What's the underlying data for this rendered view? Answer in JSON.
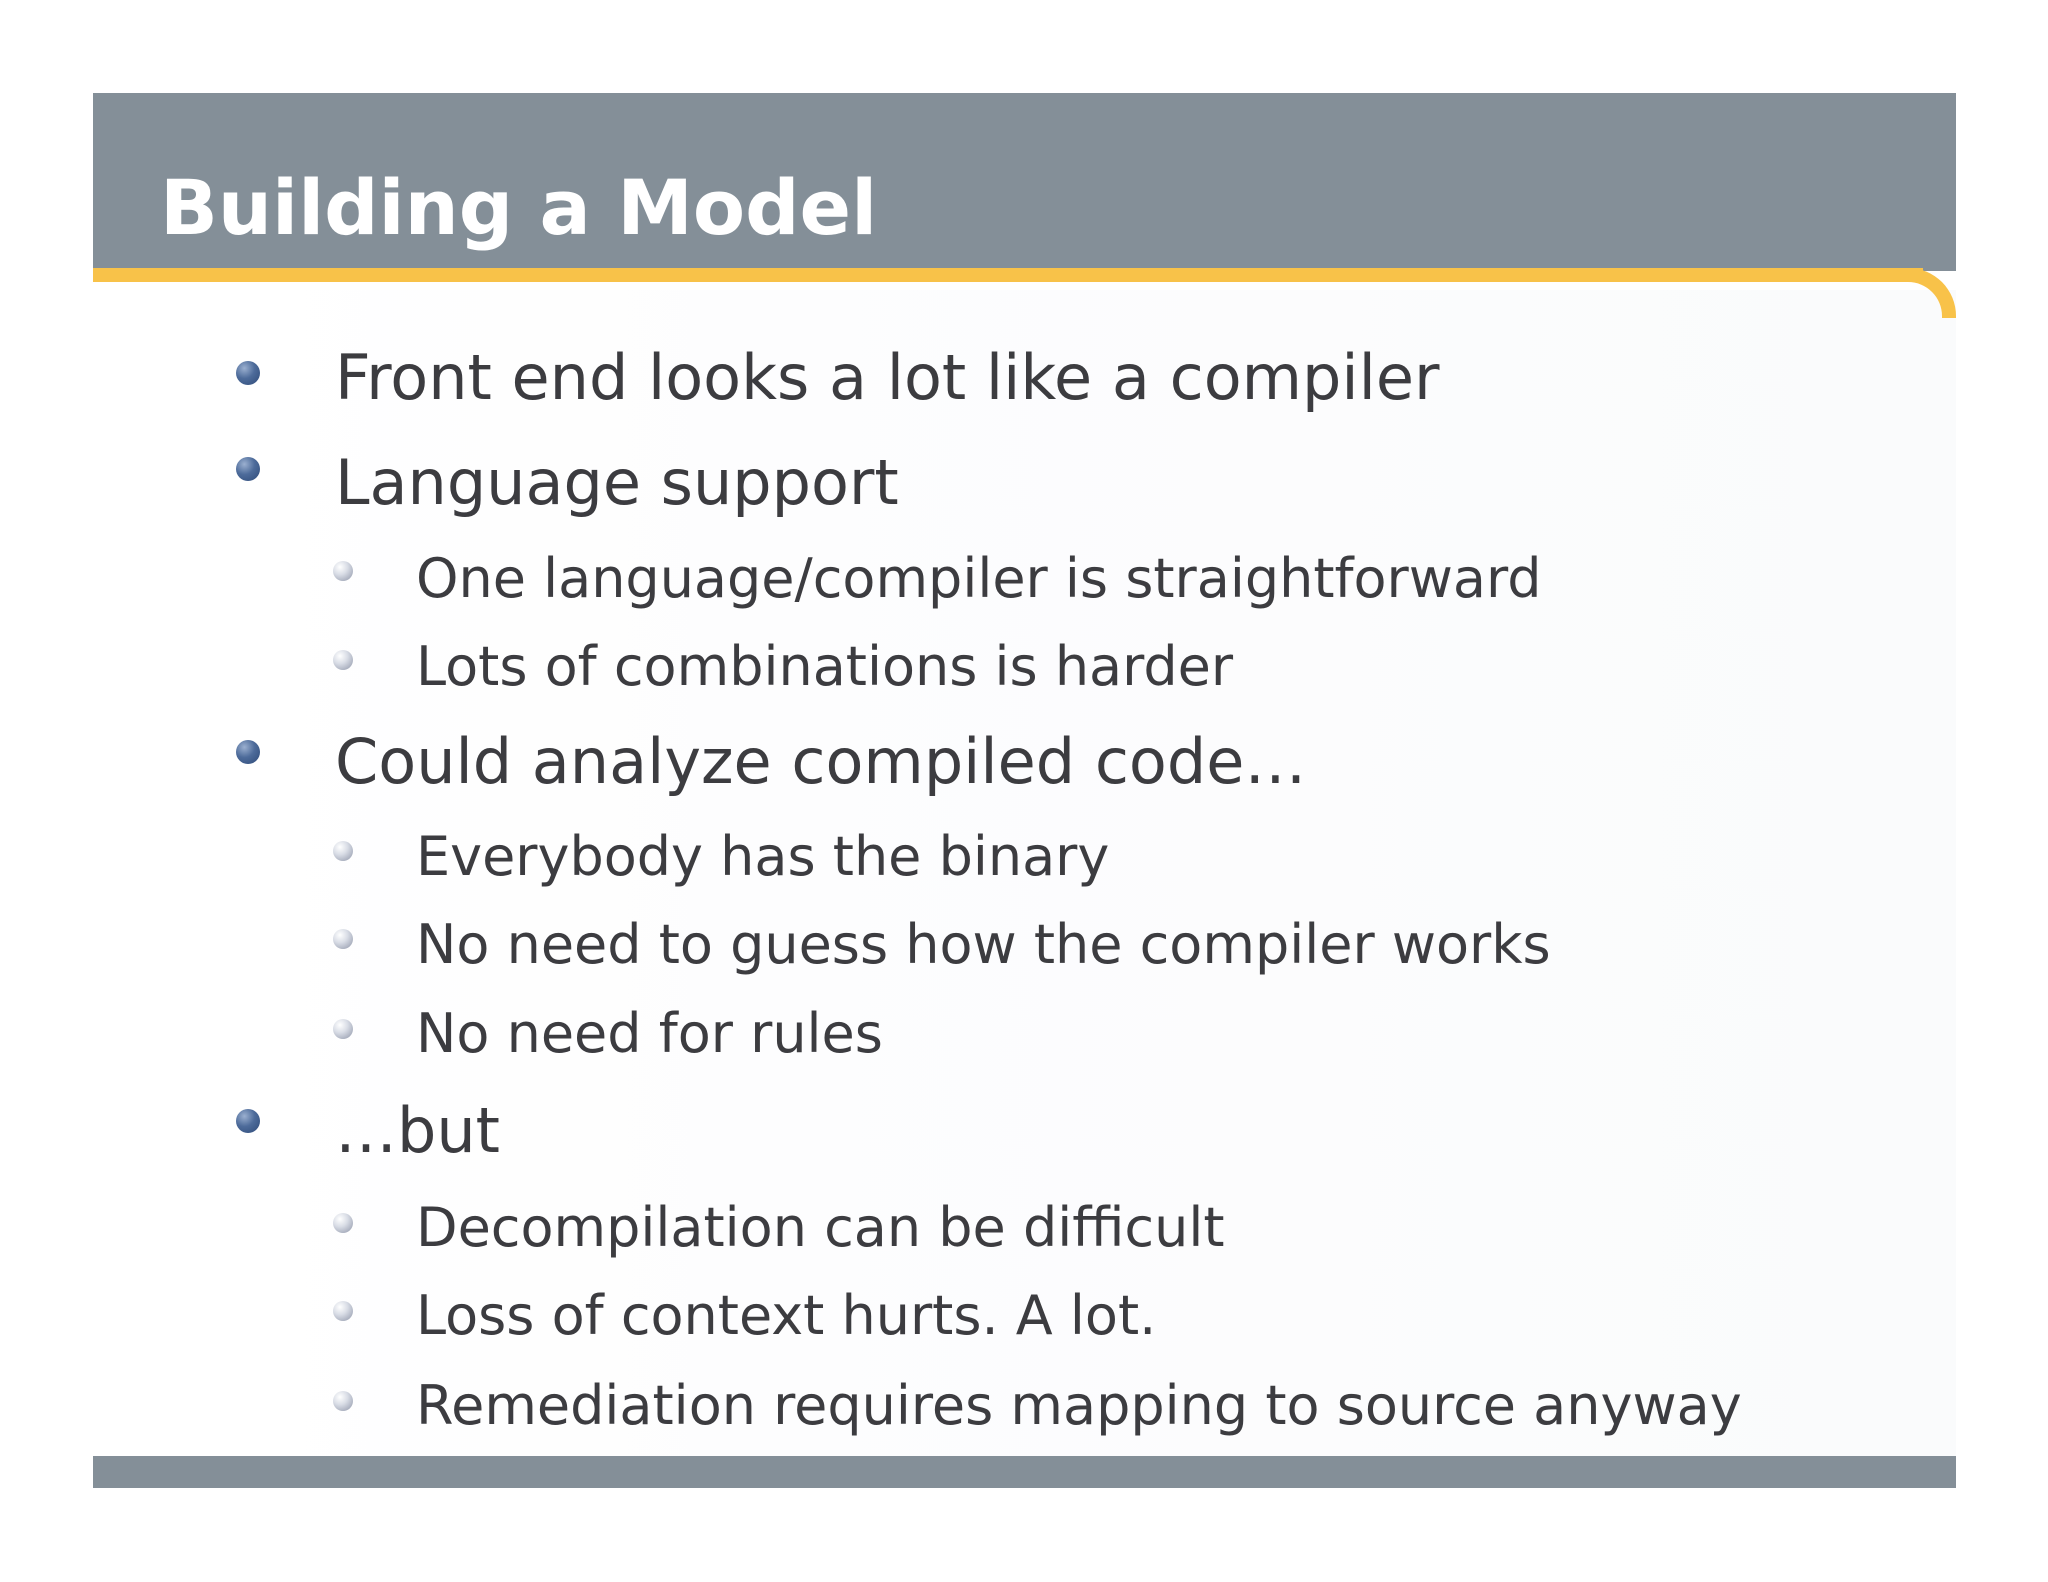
{
  "slide": {
    "title": "Building a Model",
    "colors": {
      "title_bar": "#848f98",
      "accent": "#f8c249",
      "title_text": "#ffffff",
      "body_text": "#3c3c40",
      "bullet_primary": "#4d6b9a",
      "bullet_secondary": "#c9ceda"
    },
    "bullets": [
      {
        "text": "Front end looks a lot like a compiler",
        "level": 1
      },
      {
        "text": "Language support",
        "level": 1
      },
      {
        "text": "One language/compiler is straightforward",
        "level": 2
      },
      {
        "text": "Lots of combinations is harder",
        "level": 2
      },
      {
        "text": "Could analyze compiled code…",
        "level": 1
      },
      {
        "text": "Everybody has the binary",
        "level": 2
      },
      {
        "text": "No need to guess how the compiler works",
        "level": 2
      },
      {
        "text": "No need for rules",
        "level": 2
      },
      {
        "text": "…but",
        "level": 1
      },
      {
        "text": "Decompilation can be difficult",
        "level": 2
      },
      {
        "text": "Loss of context hurts.  A lot.",
        "level": 2
      },
      {
        "text": "Remediation requires mapping to source anyway",
        "level": 2
      }
    ]
  }
}
